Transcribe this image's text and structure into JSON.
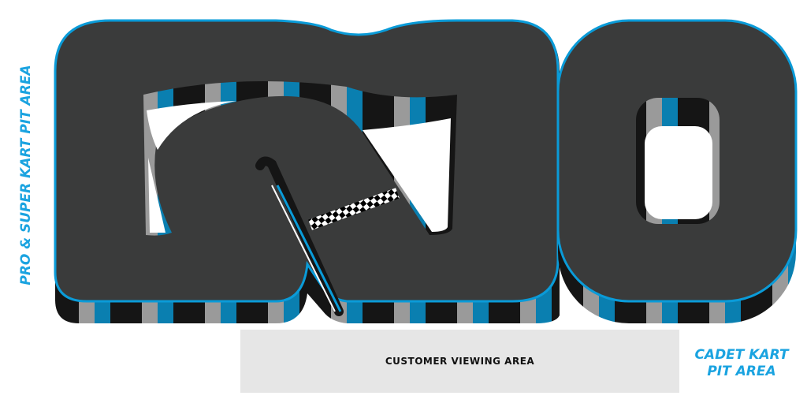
{
  "labels": {
    "pro_pit": "PRO & SUPER KART PIT AREA",
    "cadet_pit_line1": "CADET KART",
    "cadet_pit_line2": "PIT AREA",
    "viewing_area": "CUSTOMER VIEWING AREA"
  },
  "colors": {
    "track": "#3a3b3b",
    "kerb_blue": "#0a9bd8",
    "kerb_black": "#151515",
    "kerb_grey": "#9a9a9a",
    "label_blue": "#1aa3e0",
    "viewing_area": "#e6e6e6"
  }
}
